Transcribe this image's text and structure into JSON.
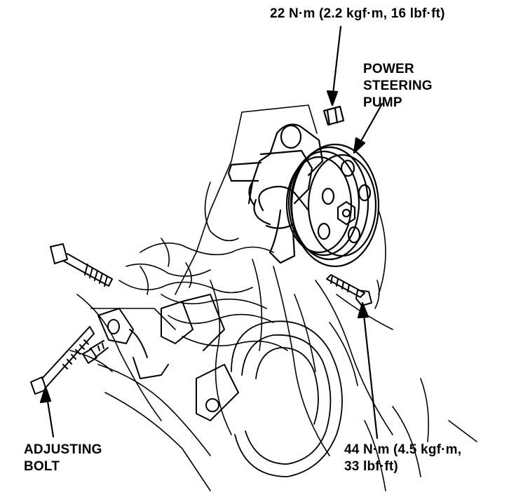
{
  "labels": {
    "torque_top": "22 N·m (2.2 kgf·m, 16 lbf·ft)",
    "pump_line1": "POWER",
    "pump_line2": "STEERING",
    "pump_line3": "PUMP",
    "torque_bottom_line1": "44 N·m (4.5 kgf·m,",
    "torque_bottom_line2": "33 lbf·ft)",
    "adjusting_line1": "ADJUSTING",
    "adjusting_line2": "BOLT"
  },
  "colors": {
    "ink": "#000000",
    "paper": "#ffffff"
  }
}
